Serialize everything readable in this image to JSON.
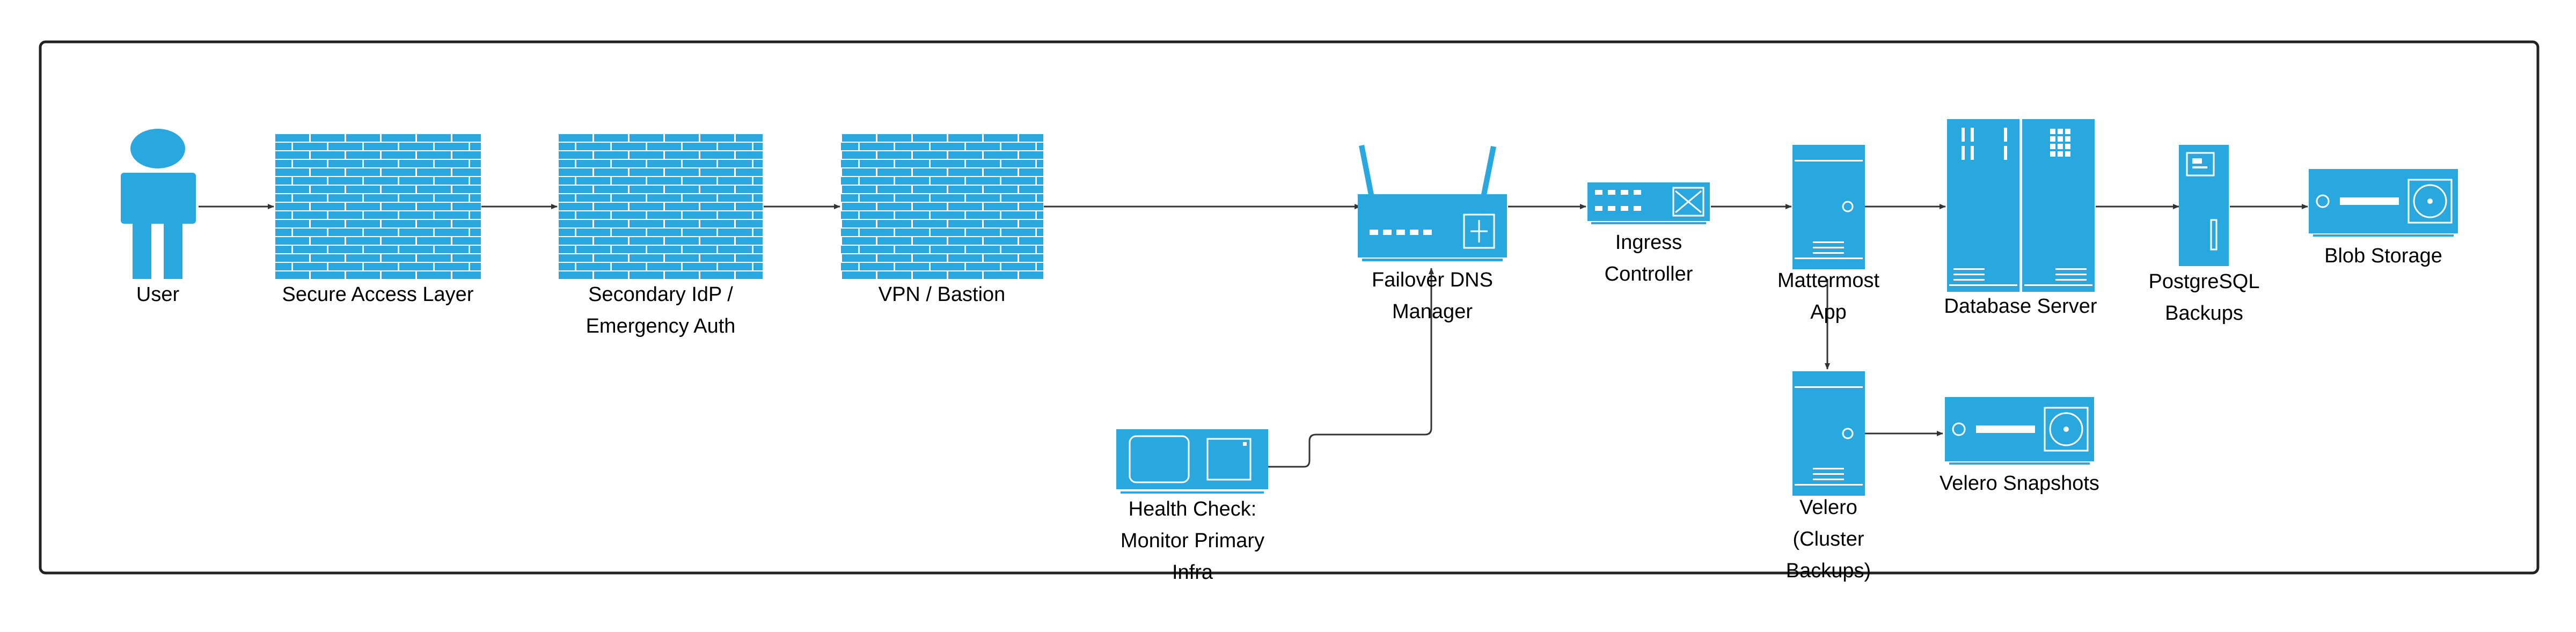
{
  "colors": {
    "icon": "#29A8DF",
    "line": "#333333",
    "frame": "#222222",
    "text": "#000000"
  },
  "nodes": {
    "user": {
      "label": "User",
      "icon": "person-icon"
    },
    "secure_access": {
      "label": "Secure Access Layer",
      "icon": "firewall-icon"
    },
    "secondary_idp": {
      "label": "Secondary IdP /\nEmergency Auth",
      "icon": "firewall-icon"
    },
    "vpn": {
      "label": "VPN / Bastion",
      "icon": "firewall-icon"
    },
    "failover_dns": {
      "label": "Failover DNS\nManager",
      "icon": "router-icon"
    },
    "ingress": {
      "label": "Ingress\nController",
      "icon": "switch-icon"
    },
    "mattermost": {
      "label": "Mattermost\nApp",
      "icon": "server-icon"
    },
    "database": {
      "label": "Database Server",
      "icon": "rack-server-icon"
    },
    "pg_backups": {
      "label": "PostgreSQL\nBackups",
      "icon": "backup-server-icon"
    },
    "blob": {
      "label": "Blob Storage",
      "icon": "storage-drive-icon"
    },
    "health_check": {
      "label": "Health Check:\nMonitor Primary\nInfra",
      "icon": "monitor-appliance-icon"
    },
    "velero": {
      "label": "Velero\n(Cluster\nBackups)",
      "icon": "server-icon"
    },
    "velero_snapshots": {
      "label": "Velero Snapshots",
      "icon": "storage-drive-icon"
    }
  },
  "edges": [
    [
      "user",
      "secure_access"
    ],
    [
      "secure_access",
      "secondary_idp"
    ],
    [
      "secondary_idp",
      "vpn"
    ],
    [
      "vpn",
      "failover_dns"
    ],
    [
      "failover_dns",
      "ingress"
    ],
    [
      "ingress",
      "mattermost"
    ],
    [
      "mattermost",
      "database"
    ],
    [
      "database",
      "pg_backups"
    ],
    [
      "pg_backups",
      "blob"
    ],
    [
      "health_check",
      "failover_dns"
    ],
    [
      "mattermost",
      "velero"
    ],
    [
      "velero",
      "velero_snapshots"
    ]
  ]
}
